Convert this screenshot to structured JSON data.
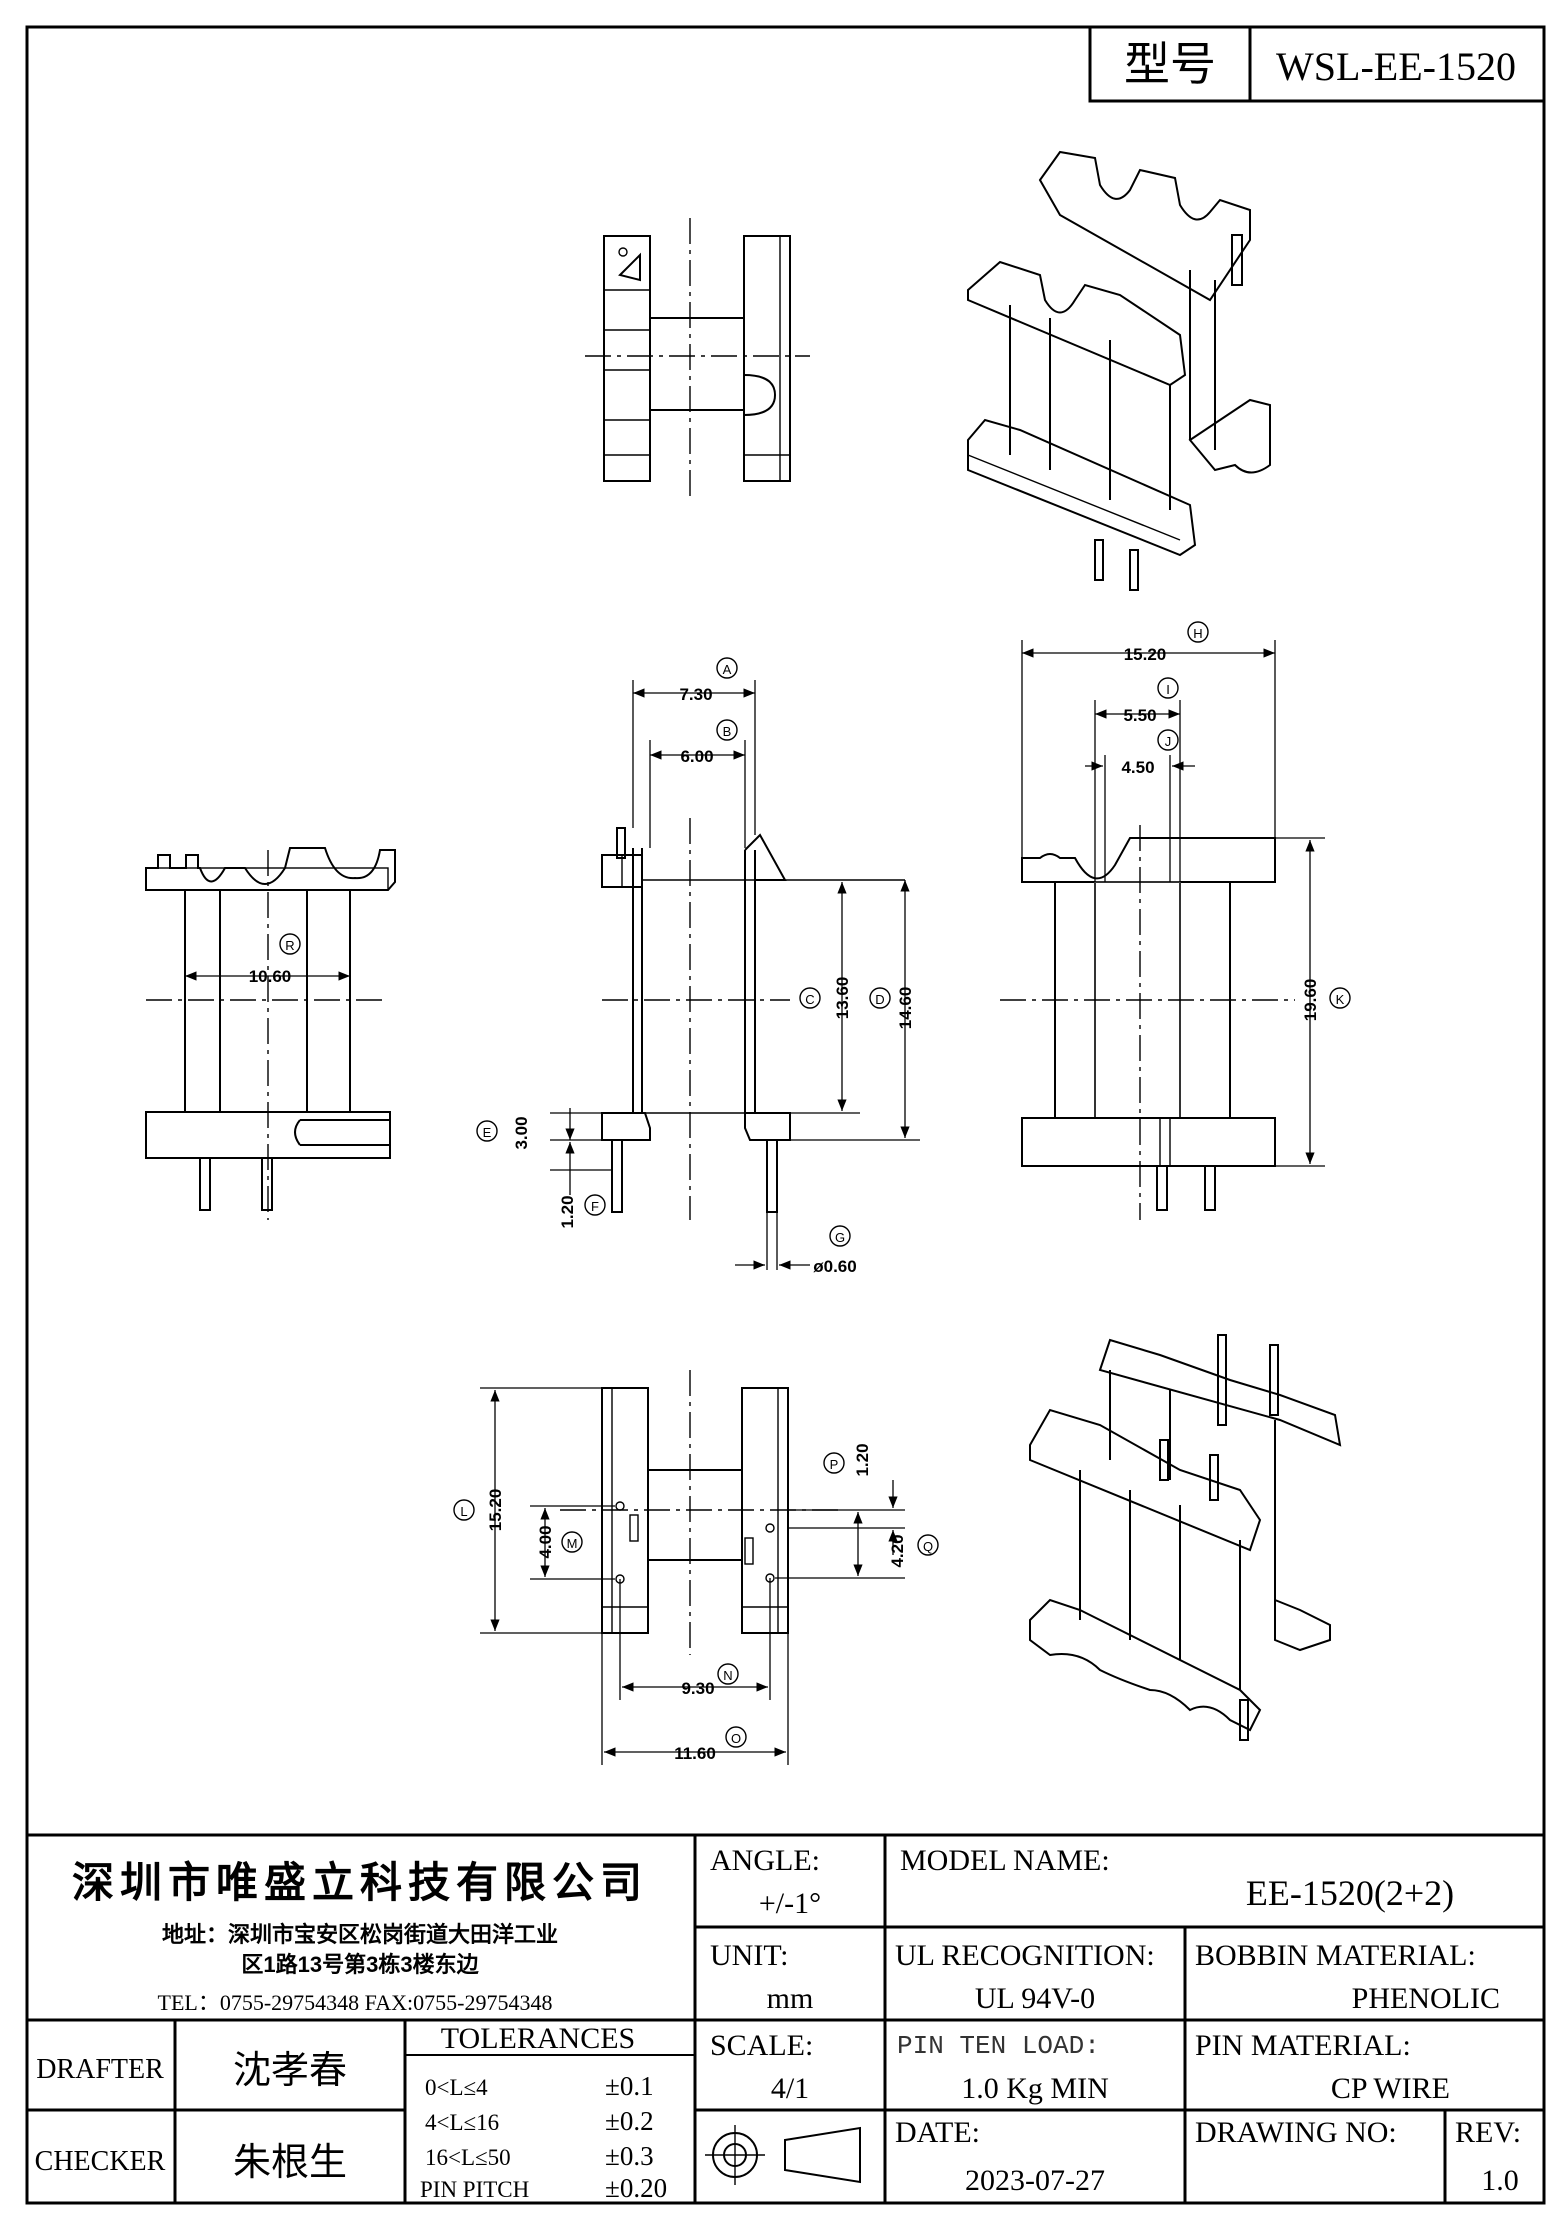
{
  "title_box": {
    "label": "型号",
    "part_no": "WSL-EE-1520"
  },
  "dimensions": {
    "A": {
      "tag": "A",
      "value": "7.30"
    },
    "B": {
      "tag": "B",
      "value": "6.00"
    },
    "C": {
      "tag": "C",
      "value": "13.60"
    },
    "D": {
      "tag": "D",
      "value": "14.60"
    },
    "E": {
      "tag": "E",
      "value": "3.00"
    },
    "F": {
      "tag": "F",
      "value": "1.20"
    },
    "G": {
      "tag": "G",
      "value": "ø0.60"
    },
    "H": {
      "tag": "H",
      "value": "15.20"
    },
    "I": {
      "tag": "I",
      "value": "5.50"
    },
    "J": {
      "tag": "J",
      "value": "4.50"
    },
    "K": {
      "tag": "K",
      "value": "19.60"
    },
    "L": {
      "tag": "L",
      "value": "15.20"
    },
    "M": {
      "tag": "M",
      "value": "4.00"
    },
    "N": {
      "tag": "N",
      "value": "9.30"
    },
    "O": {
      "tag": "O",
      "value": "11.60"
    },
    "P": {
      "tag": "P",
      "value": "1.20"
    },
    "Q": {
      "tag": "Q",
      "value": "4.20"
    },
    "R": {
      "tag": "R",
      "value": "10.60"
    }
  },
  "company": {
    "name": "深圳市唯盛立科技有限公司",
    "address_line1": "地址：深圳市宝安区松岗街道大田洋工业",
    "address_line2": "区1路13号第3栋3楼东边",
    "contact": "TEL：0755-29754348   FAX:0755-29754348"
  },
  "table": {
    "angle_label": "ANGLE:",
    "angle_value": "+/-1°",
    "model_label": "MODEL NAME:",
    "model_value": "EE-1520(2+2)",
    "unit_label": "UNIT:",
    "unit_value": "mm",
    "ul_label": "UL RECOGNITION:",
    "ul_value": "UL 94V-0",
    "bobbin_label": "BOBBIN MATERIAL:",
    "bobbin_value": "PHENOLIC",
    "drafter_label": "DRAFTER",
    "drafter_value": "沈孝春",
    "checker_label": "CHECKER",
    "checker_value": "朱根生",
    "tol_label": "TOLERANCES",
    "tolerances": [
      {
        "range": "0<L≤4",
        "value": "±0.1"
      },
      {
        "range": "4<L≤16",
        "value": "±0.2"
      },
      {
        "range": "16<L≤50",
        "value": "±0.3"
      },
      {
        "range": "PIN PITCH",
        "value": "±0.20"
      }
    ],
    "scale_label": "SCALE:",
    "scale_value": "4/1",
    "pin_load_label": "PIN TEN LOAD:",
    "pin_load_value": "1.0 Kg MIN",
    "pin_mat_label": "PIN MATERIAL:",
    "pin_mat_value": "CP WIRE",
    "date_label": "DATE:",
    "date_value": "2023-07-27",
    "drawing_no_label": "DRAWING NO:",
    "drawing_no_value": "",
    "rev_label": "REV:",
    "rev_value": "1.0"
  }
}
